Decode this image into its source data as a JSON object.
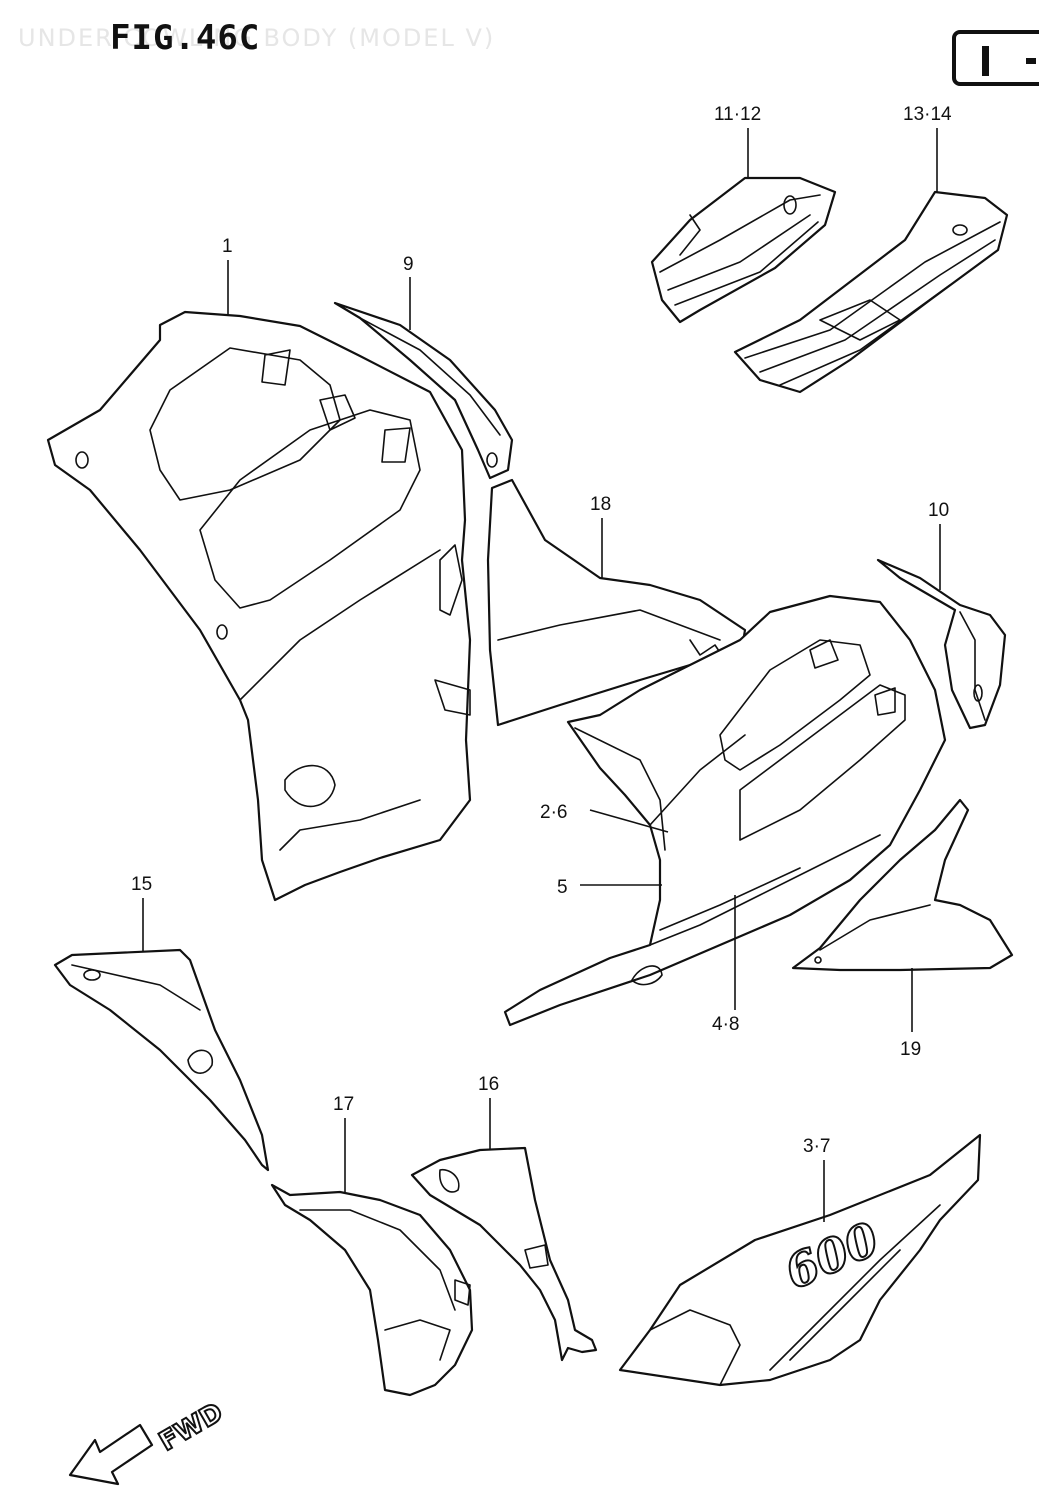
{
  "header": {
    "ghost_title": "UNDER COWLING BODY (MODEL V)",
    "fig_title": "FIG.46C"
  },
  "callouts": {
    "p1": "1",
    "p9": "9",
    "p11_12": "11·12",
    "p13_14": "13·14",
    "p18": "18",
    "p10": "10",
    "p2_6": "2·6",
    "p5": "5",
    "p4_8": "4·8",
    "p19": "19",
    "p15": "15",
    "p17": "17",
    "p16": "16",
    "p3_7": "3·7"
  },
  "emblem": {
    "model_text": "600"
  },
  "direction": {
    "label": "FWD"
  }
}
